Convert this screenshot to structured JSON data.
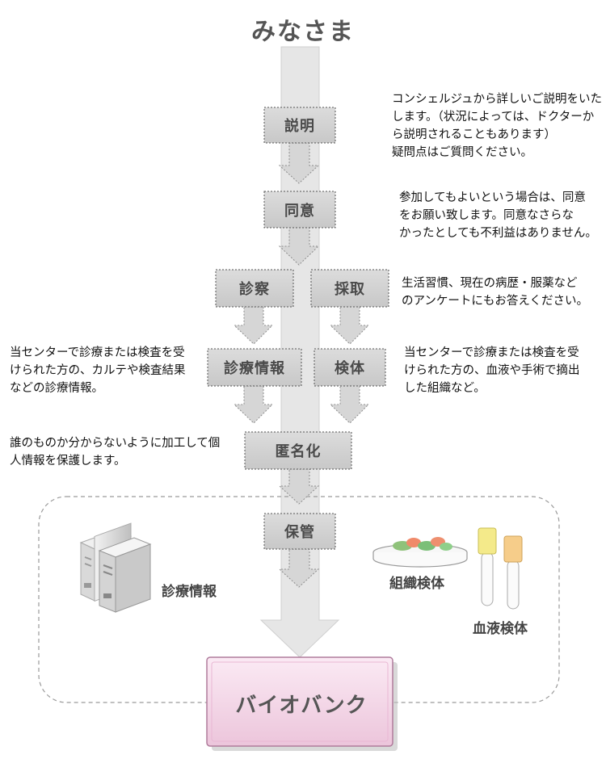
{
  "title": "みなさま",
  "steps": {
    "explain": "説明",
    "consent": "同意",
    "exam": "診察",
    "collect": "採取",
    "medical_info": "診療情報",
    "specimen": "検体",
    "anonymize": "匿名化",
    "storage": "保管"
  },
  "notes": {
    "explain": [
      "コンシェルジュから詳しいご説明をいた",
      "します。（状況によっては、ドクターか",
      "ら説明されることもあります）",
      "疑問点はご質問ください。"
    ],
    "consent": [
      "参加してもよいという場合は、同意",
      "をお願い致します。同意なさらな",
      "かったとしても不利益はありません。"
    ],
    "questionnaire": [
      "生活習慣、現在の病歴・服薬など",
      "のアンケートにもお答えください。"
    ],
    "medical_info": [
      "当センターで診療または検査を受",
      "けられた方の、カルテや検査結果",
      "などの診療情報。"
    ],
    "specimen": [
      "当センターで診療または検査を受",
      "けられた方の、血液や手術で摘出",
      "した組織など。"
    ],
    "anonymize": [
      "誰のものか分からないように加工して個",
      "人情報を保護します。"
    ]
  },
  "icons": {
    "server_label": "診療情報",
    "tissue_label": "組織検体",
    "blood_label": "血液検体"
  },
  "biobank_label": "バイオバンク",
  "colors": {
    "step_box": "#d4d4d4",
    "arrow": "#d6d6d6",
    "biobank_fill": "#f4d6e8",
    "tube_cap_yellow": "#f4ea8a",
    "tube_cap_orange": "#f6cd8a"
  }
}
